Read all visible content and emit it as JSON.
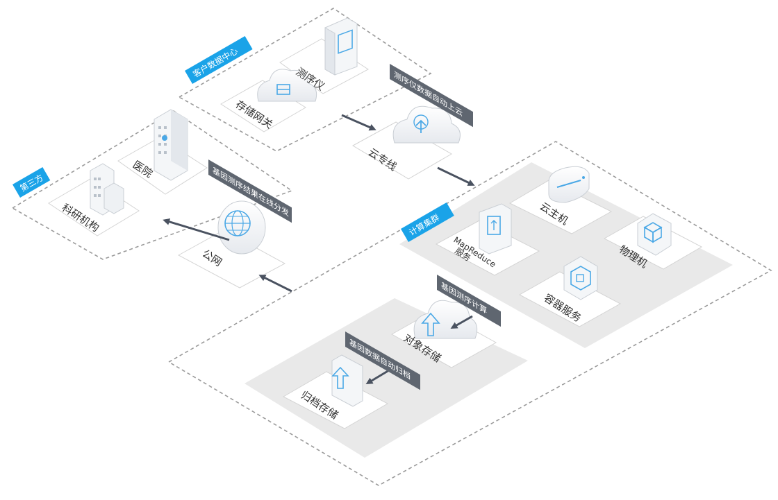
{
  "colors": {
    "accent": "#1aa3e8",
    "flow_tag": "#5f6670",
    "platform": "#e9e9e9",
    "arrow": "#4a5260",
    "icon_line": "#4aa8e6"
  },
  "regions": {
    "customer_dc": "客户数据中心",
    "third_party": "第三方",
    "compute_cluster": "计算集群"
  },
  "nodes": {
    "sequencer": "测序仪",
    "storage_gateway": "存储网关",
    "hospital": "医院",
    "research": "科研机构",
    "direct_connect": "云专线",
    "public_net": "公网",
    "cloud_host": "云主机",
    "mapreduce_line1": "MapReduce",
    "mapreduce_line2": "服务",
    "physical": "物理机",
    "container": "容器服务",
    "object_storage": "对象存储",
    "archive_storage": "归档存储"
  },
  "flows": {
    "auto_upload": "测序仪数据自动上云",
    "share_results": "基因测序结果在线分发",
    "compute": "基因测序计算",
    "auto_archive": "基因数据自动归档"
  },
  "icons": [
    "sequencer-icon",
    "cloud-gateway-icon",
    "building-icon",
    "cloud-upload-icon",
    "globe-icon",
    "server-icon",
    "mapreduce-icon",
    "cube-icon",
    "container-icon",
    "cloud-arrow-icon",
    "folder-upload-icon"
  ]
}
